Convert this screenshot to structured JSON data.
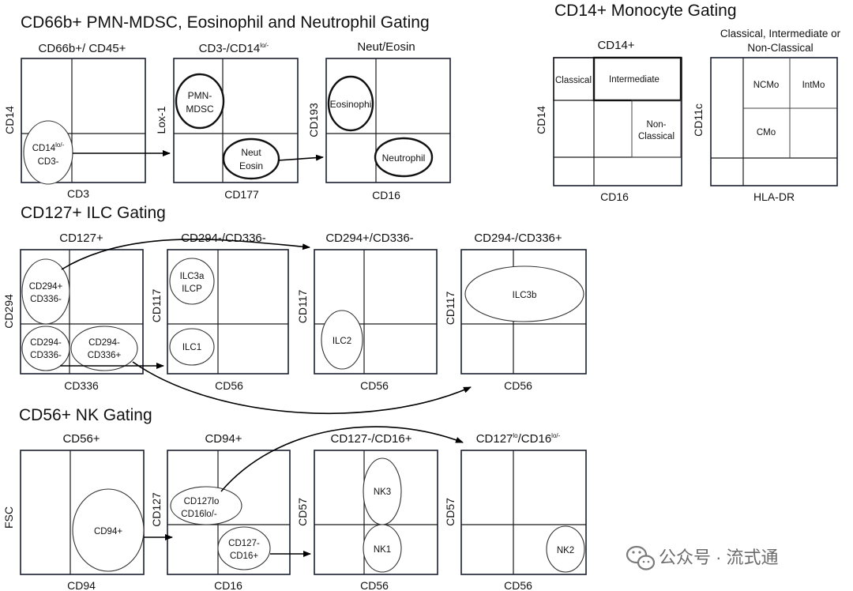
{
  "sections": {
    "cd66b": "CD66b+ PMN-MDSC, Eosinophil and Neutrophil Gating",
    "monocyte": "CD14+ Monocyte Gating",
    "ilc": "CD127+ ILC Gating",
    "nk": "CD56+ NK Gating"
  },
  "cd66b_panels": [
    {
      "title": "CD66b+/ CD45+",
      "x_axis": "CD3",
      "y_axis": "CD14",
      "gates": [
        "CD14lo/-",
        "CD3-"
      ]
    },
    {
      "title_main": "CD3-/CD14",
      "title_sup": "lo/-",
      "x_axis": "CD177",
      "y_axis": "Lox-1",
      "gates": [
        "PMN-",
        "MDSC",
        "Neut",
        "Eosin"
      ]
    },
    {
      "title": "Neut/Eosin",
      "x_axis": "CD16",
      "y_axis": "CD193",
      "gates": [
        "Eosinophi",
        "Neutrophil"
      ]
    }
  ],
  "cd14_gate_parts": {
    "main": "CD14",
    "sup": "lo/-",
    "line2": "CD3-"
  },
  "monocyte_panels": [
    {
      "title": "CD14+",
      "x_axis": "CD16",
      "y_axis": "CD14",
      "regions": [
        "Classical",
        "Intermediate",
        "Non-",
        "Classical"
      ]
    },
    {
      "title_line1": "Classical, Intermediate or",
      "title_line2": "Non-Classical",
      "x_axis": "HLA-DR",
      "y_axis": "CD11c",
      "regions": [
        "NCMo",
        "IntMo",
        "CMo"
      ]
    }
  ],
  "ilc_panels": [
    {
      "title": "CD127+",
      "x_axis": "CD336",
      "y_axis": "CD294",
      "gates": [
        "CD294+",
        "CD336-",
        "CD294-",
        "CD336-",
        "CD294-",
        "CD336+"
      ]
    },
    {
      "title": "CD294-/CD336-",
      "x_axis": "CD56",
      "y_axis": "CD117",
      "gates": [
        "ILC3a",
        "ILCP",
        "ILC1"
      ]
    },
    {
      "title": "CD294+/CD336-",
      "x_axis": "CD56",
      "y_axis": "CD117",
      "gates": [
        "ILC2"
      ]
    },
    {
      "title": "CD294-/CD336+",
      "x_axis": "CD56",
      "y_axis": "CD117",
      "gates": [
        "ILC3b"
      ]
    }
  ],
  "nk_panels": [
    {
      "title": "CD56+",
      "x_axis": "CD94",
      "y_axis": "FSC",
      "gates": [
        "CD94+"
      ]
    },
    {
      "title": "CD94+",
      "x_axis": "CD16",
      "y_axis": "CD127",
      "gates": [
        "CD127lo",
        "CD16lo/-",
        "CD127-",
        "CD16+"
      ]
    },
    {
      "title": "CD127-/CD16+",
      "x_axis": "CD56",
      "y_axis": "CD57",
      "gates": [
        "NK3",
        "NK1"
      ]
    },
    {
      "title_a": "CD127",
      "title_a_sup": "lo",
      "title_b": "/CD16",
      "title_b_sup": "lo/-",
      "x_axis": "CD56",
      "y_axis": "CD57",
      "gates": [
        "NK2"
      ]
    }
  ],
  "watermark": "公众号 · 流式通"
}
